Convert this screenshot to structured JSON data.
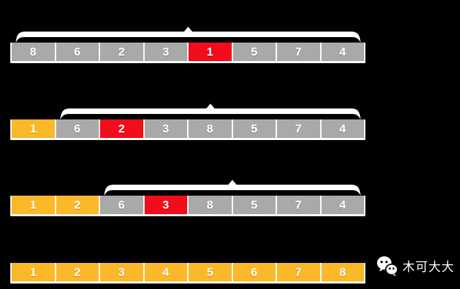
{
  "diagram": {
    "description_kind": "selection-sort-steps",
    "colors": {
      "background": "#000000",
      "unsorted": "#A9A9A9",
      "sorted": "#FBB829",
      "current_min": "#F20D1C",
      "frame": "#FFFFFF",
      "brace": "#FFFFFF",
      "cell_text": "#FFFFFF"
    },
    "steps": [
      {
        "values": [
          "8",
          "6",
          "2",
          "3",
          "1",
          "5",
          "7",
          "4"
        ],
        "states": [
          "unsorted",
          "unsorted",
          "unsorted",
          "unsorted",
          "current",
          "unsorted",
          "unsorted",
          "unsorted"
        ],
        "brace_from": 0,
        "brace_to": 7
      },
      {
        "values": [
          "1",
          "6",
          "2",
          "3",
          "8",
          "5",
          "7",
          "4"
        ],
        "states": [
          "sorted",
          "unsorted",
          "current",
          "unsorted",
          "unsorted",
          "unsorted",
          "unsorted",
          "unsorted"
        ],
        "brace_from": 1,
        "brace_to": 7
      },
      {
        "values": [
          "1",
          "2",
          "6",
          "3",
          "8",
          "5",
          "7",
          "4"
        ],
        "states": [
          "sorted",
          "sorted",
          "unsorted",
          "current",
          "unsorted",
          "unsorted",
          "unsorted",
          "unsorted"
        ],
        "brace_from": 2,
        "brace_to": 7
      },
      {
        "values": [
          "1",
          "2",
          "3",
          "4",
          "5",
          "6",
          "7",
          "8"
        ],
        "states": [
          "sorted",
          "sorted",
          "sorted",
          "sorted",
          "sorted",
          "sorted",
          "sorted",
          "sorted"
        ],
        "brace_from": null,
        "brace_to": null
      }
    ]
  },
  "watermark": {
    "logo_icon": "wechat-logo",
    "text": "木可大大"
  }
}
